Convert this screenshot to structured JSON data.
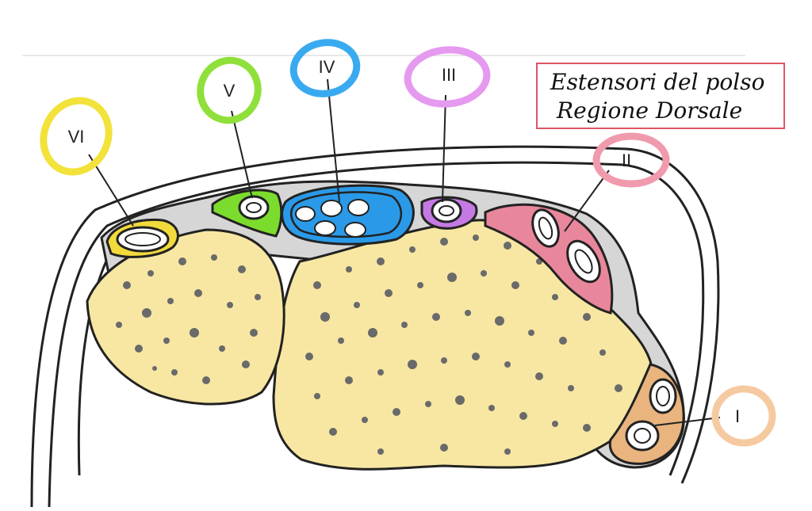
{
  "title": {
    "line1": "Estensori del polso",
    "line2": "Regione Dorsale"
  },
  "compartments": [
    {
      "id": "VI",
      "label": "VI",
      "color": "#f2e23a"
    },
    {
      "id": "V",
      "label": "V",
      "color": "#8fe03a"
    },
    {
      "id": "IV",
      "label": "IV",
      "color": "#3aaaf0"
    },
    {
      "id": "III",
      "label": "III",
      "color": "#e59af0"
    },
    {
      "id": "II",
      "label": "II",
      "color": "#f09aae"
    },
    {
      "id": "I",
      "label": "I",
      "color": "#f6caa0"
    }
  ],
  "colors": {
    "bone": "#f7e7a2",
    "bone_pore": "#6a6a6a",
    "tissue": "#d6d6d6",
    "outline": "#222222",
    "title_border": "#e05565",
    "comp_VI": "#f2da3c",
    "comp_V": "#7cdc2e",
    "comp_IV": "#2a9ae8",
    "comp_III": "#c57ae3",
    "comp_II": "#e8879b",
    "comp_I": "#e9b47e"
  }
}
